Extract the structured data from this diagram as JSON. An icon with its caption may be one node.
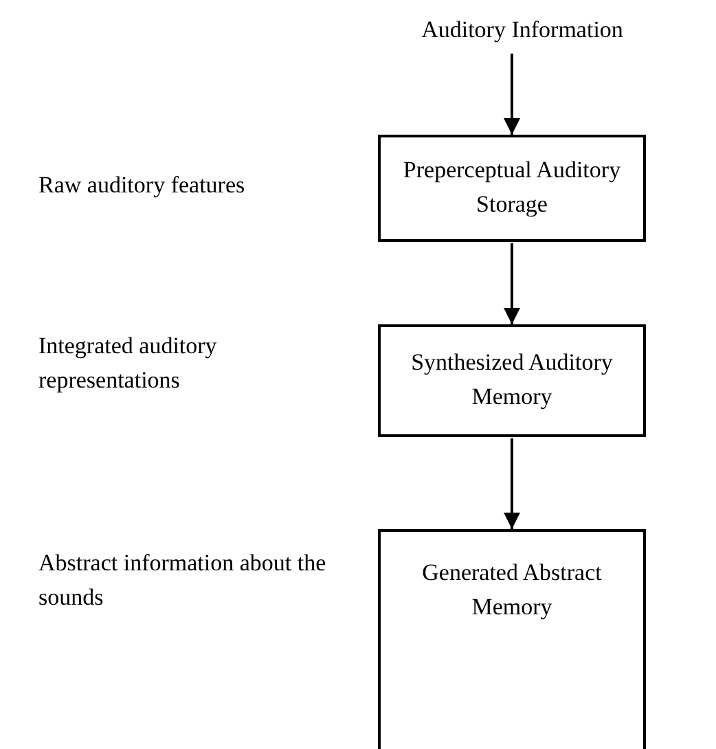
{
  "diagram": {
    "nodes": [
      {
        "text": [
          "Auditory Information"
        ]
      },
      {
        "text": [
          "Preperceptual Auditory Storage"
        ]
      },
      {
        "text": [
          "Synthesized Auditory Memory"
        ]
      },
      {
        "text": [
          "Generated Abstract Memory"
        ]
      }
    ],
    "edges": [
      {
        "from": 0,
        "to": 1,
        "arrow": "to"
      },
      {
        "from": 1,
        "to": 2,
        "arrow": "to"
      },
      {
        "from": 2,
        "to": 3,
        "arrow": "to"
      }
    ],
    "labels": [
      "Raw auditory features",
      "Integrated auditory representations",
      "Abstract information about the sounds"
    ]
  }
}
